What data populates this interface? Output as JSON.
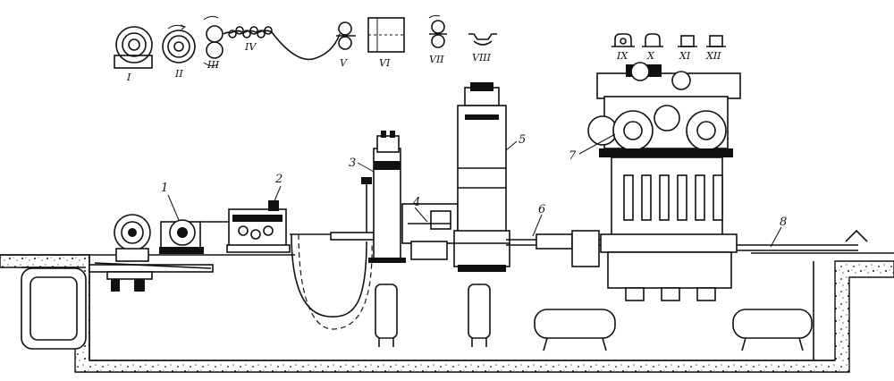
{
  "scheme": {
    "stage_labels": [
      "I",
      "II",
      "III",
      "IV",
      "V",
      "VI",
      "VII",
      "VIII",
      "IX",
      "X",
      "XI",
      "XII"
    ]
  },
  "callouts": [
    "1",
    "2",
    "3",
    "4",
    "5",
    "6",
    "7",
    "8"
  ],
  "colors": {
    "ink": "#111111",
    "paper": "#ffffff"
  }
}
